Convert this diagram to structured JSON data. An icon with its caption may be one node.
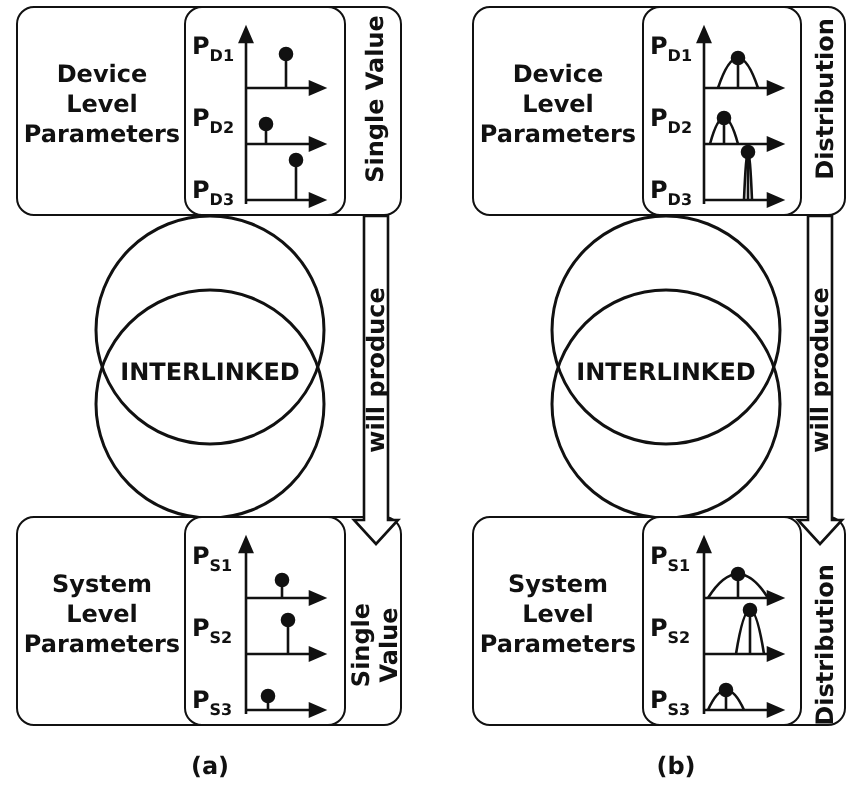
{
  "diagram": {
    "nodes": [
      {
        "text": [
          "Device Level Parameters",
          "Single Value"
        ]
      },
      {
        "text": [
          "P$_{D1}$",
          "P$_{D2}$",
          "P$_{D3}$"
        ],
        "in": 0
      },
      {
        "text": [],
        "shape": "circle"
      },
      {
        "text": [],
        "shape": "circle"
      },
      {
        "text": [
          "System Level Parameters",
          "Single Value"
        ]
      },
      {
        "text": [
          "P$_{S1}$",
          "P$_{S2}$",
          "P$_{S3}$"
        ],
        "in": 4
      },
      {
        "text": [
          "Device Level Parameters",
          "Distribution"
        ]
      },
      {
        "text": [
          "P$_{D1}$",
          "P$_{D2}$",
          "P$_{D3}$"
        ],
        "in": 6
      },
      {
        "text": [],
        "shape": "circle"
      },
      {
        "text": [],
        "shape": "circle"
      },
      {
        "text": [
          "System Level Parameters",
          "Distribution"
        ]
      },
      {
        "text": [
          "P$_{S1}$",
          "P$_{S2}$",
          "P$_{S3}$"
        ],
        "in": 10
      }
    ],
    "edges": [
      {
        "from": 0,
        "to": 4,
        "arrow": "to",
        "label": "will produce",
        "style": "thick"
      },
      {
        "from": 6,
        "to": 10,
        "arrow": "to",
        "label": "will produce",
        "style": "thick"
      }
    ],
    "labels": [
      "INTERLINKED",
      "(a)",
      "INTERLINKED",
      "(b)"
    ]
  }
}
